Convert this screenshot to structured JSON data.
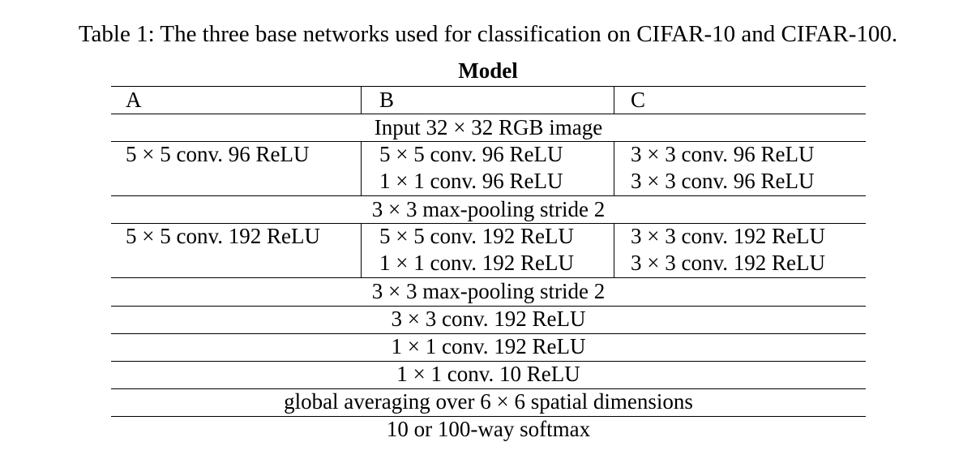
{
  "caption": "Table 1: The three base networks used for classification on CIFAR-10 and CIFAR-100.",
  "group_header": "Model",
  "columns": [
    "A",
    "B",
    "C"
  ],
  "rows": {
    "input": "Input 32 × 32 RGB image",
    "block1": {
      "A": [
        "5 × 5 conv. 96 ReLU"
      ],
      "B": [
        "5 × 5 conv. 96 ReLU",
        "1 × 1 conv. 96 ReLU"
      ],
      "C": [
        "3 × 3 conv. 96 ReLU",
        "3 × 3 conv. 96 ReLU"
      ]
    },
    "pool1": "3 × 3 max-pooling stride 2",
    "block2": {
      "A": [
        "5 × 5 conv. 192 ReLU"
      ],
      "B": [
        "5 × 5 conv. 192 ReLU",
        "1 × 1 conv. 192 ReLU"
      ],
      "C": [
        "3 × 3 conv. 192 ReLU",
        "3 × 3 conv. 192 ReLU"
      ]
    },
    "pool2": "3 × 3 max-pooling stride 2",
    "conv3": "3 × 3 conv. 192 ReLU",
    "conv4": "1 × 1 conv. 192 ReLU",
    "conv5": "1 × 1 conv. 10 ReLU",
    "gap": "global averaging over 6 × 6 spatial dimensions",
    "softmax": "10 or 100-way softmax"
  }
}
